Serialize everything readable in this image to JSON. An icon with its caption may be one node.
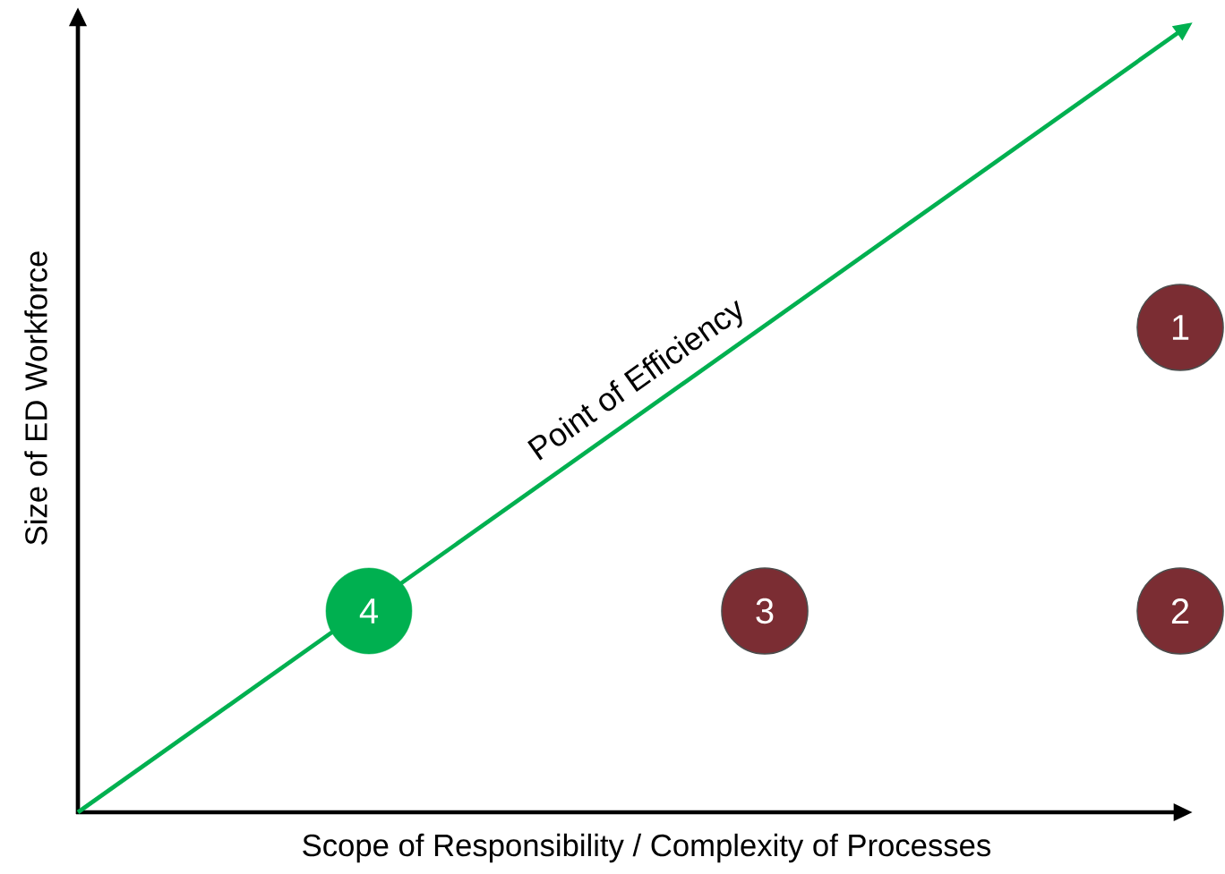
{
  "diagram": {
    "nodes": [
      {
        "text": [
          "1"
        ]
      },
      {
        "text": [
          "4"
        ]
      },
      {
        "text": [
          "3"
        ]
      },
      {
        "text": [
          "2"
        ]
      }
    ],
    "labels": [
      "Point of Efficiency",
      "Size of ED Workforce",
      "Scope of Responsibility / Complexity of Processes"
    ]
  }
}
